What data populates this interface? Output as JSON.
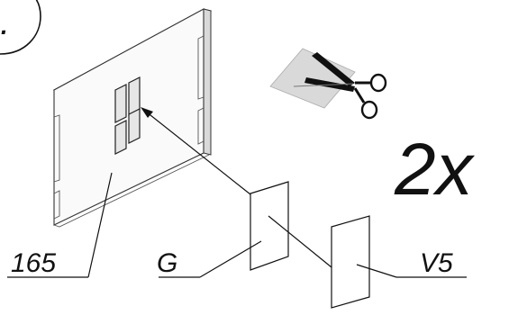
{
  "step": {
    "number_glyph": "."
  },
  "labels": {
    "panel_part": "165",
    "film_part_g": "G",
    "film_part_v5": "V5"
  },
  "quantity": "2x",
  "icons": [
    "scissors-icon",
    "film-sheet-icon"
  ]
}
